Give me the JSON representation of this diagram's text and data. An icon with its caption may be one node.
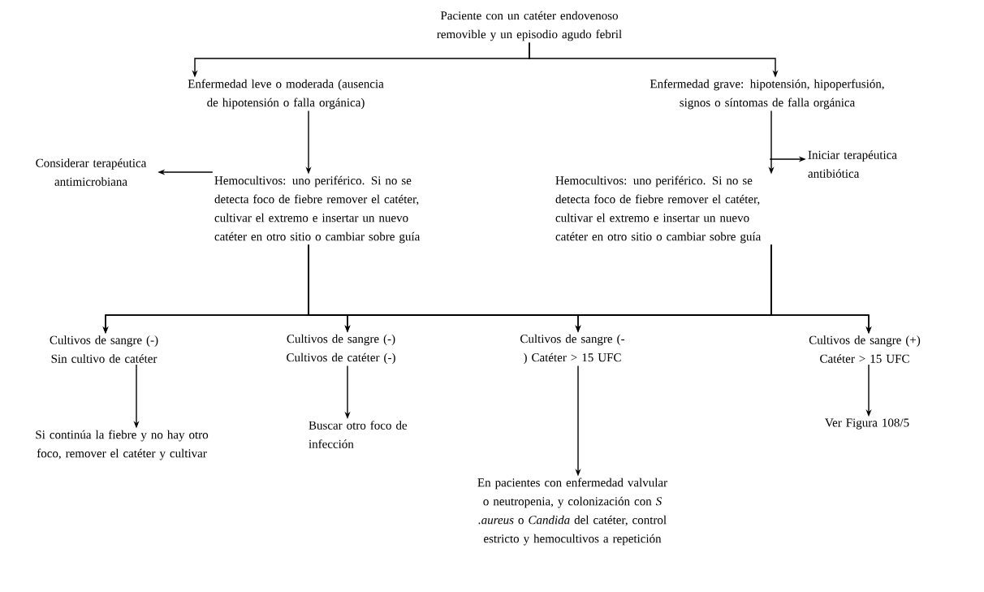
{
  "diagram": {
    "nodes": [
      {
        "text": [
          "Paciente con un catéter endovenoso removible y un episodio agudo febril"
        ]
      },
      {
        "text": [
          "Enfermedad leve o moderada (ausencia de hipotensión o falla orgánica)"
        ]
      },
      {
        "text": [
          "Enfermedad grave: hipotensión, hipoperfusión, signos o síntomas de falla orgánica"
        ]
      },
      {
        "text": [
          "Hemocultivos: uno periférico. Si no se detecta foco de fiebre remover el catéter, cultivar el extremo e insertar un nuevo catéter en otro sitio o cambiar sobre guía"
        ]
      },
      {
        "text": [
          "Considerar terapéutica antimicrobiana"
        ]
      },
      {
        "text": [
          "Hemocultivos: uno periférico. Si no se detecta foco de fiebre remover el catéter, cultivar el extremo e insertar un nuevo catéter en otro sitio o cambiar sobre guía"
        ]
      },
      {
        "text": [
          "Iniciar terapéutica antibiótica"
        ]
      },
      {
        "text": [
          "Cultivos de sangre (-) Sin cultivo de catéter"
        ]
      },
      {
        "text": [
          "Cultivos de sangre (-) Cultivos de catéter (-)"
        ]
      },
      {
        "text": [
          "Cultivos de sangre (-) Catéter > 15 UFC"
        ]
      },
      {
        "text": [
          "Cultivos de sangre (+) Catéter > 15 UFC"
        ]
      },
      {
        "text": [
          "Si continúa la fiebre y no hay otro foco, remover el catéter y cultivar"
        ]
      },
      {
        "text": [
          "Buscar otro foco de infección"
        ]
      },
      {
        "text": [
          "En pacientes con enfermedad valvular o neutropenia, y colonización con *S .aureus* o *Candida* del catéter, control estricto y hemocultivos a repetición"
        ]
      },
      {
        "text": [
          "Ver Figura 108/5"
        ]
      }
    ],
    "edges": [
      {
        "from": 0,
        "to": 1,
        "arrow": "to"
      },
      {
        "from": 0,
        "to": 2,
        "arrow": "to"
      },
      {
        "from": 1,
        "to": 3,
        "arrow": "to"
      },
      {
        "from": 2,
        "to": 5,
        "arrow": "to"
      },
      {
        "from": 3,
        "to": 4,
        "arrow": "to"
      },
      {
        "from": 5,
        "to": 6,
        "arrow": "to"
      },
      {
        "from": 3,
        "to": 7,
        "arrow": "to"
      },
      {
        "from": 3,
        "to": 8,
        "arrow": "to"
      },
      {
        "from": 3,
        "to": 9,
        "arrow": "to"
      },
      {
        "from": 3,
        "to": 10,
        "arrow": "to"
      },
      {
        "from": 5,
        "to": 7,
        "arrow": "to"
      },
      {
        "from": 5,
        "to": 8,
        "arrow": "to"
      },
      {
        "from": 5,
        "to": 9,
        "arrow": "to"
      },
      {
        "from": 5,
        "to": 10,
        "arrow": "to"
      },
      {
        "from": 7,
        "to": 11,
        "arrow": "to"
      },
      {
        "from": 8,
        "to": 12,
        "arrow": "to"
      },
      {
        "from": 9,
        "to": 13,
        "arrow": "to"
      },
      {
        "from": 10,
        "to": 14,
        "arrow": "to"
      }
    ]
  }
}
